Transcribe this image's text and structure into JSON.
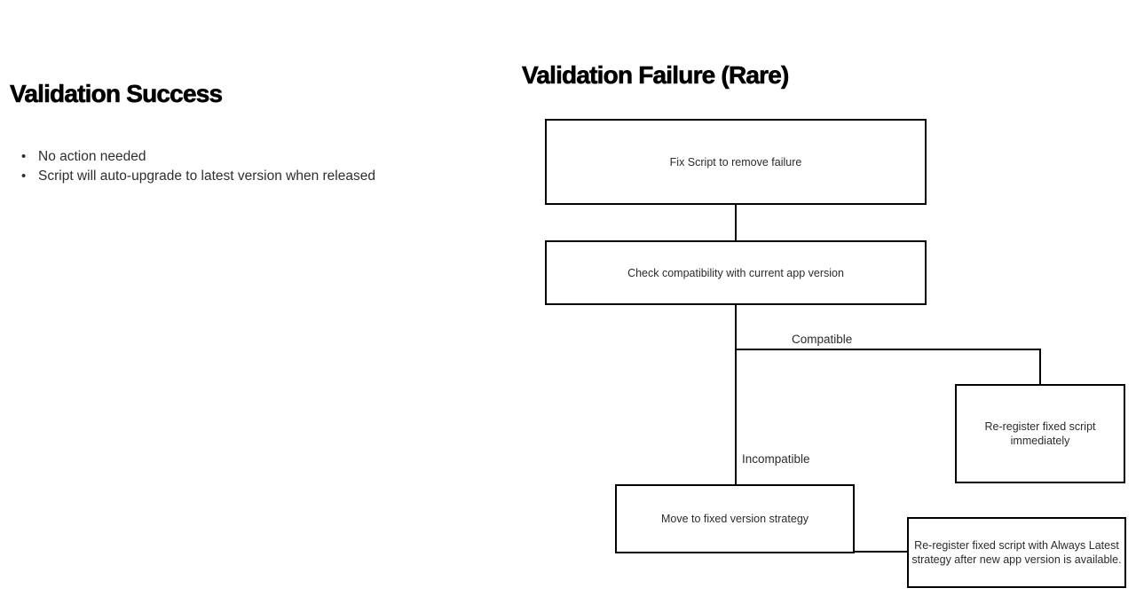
{
  "colors": {
    "background": "#ffffff",
    "heading_text": "#000000",
    "body_text": "#2e2e2e",
    "node_text": "#2b2b2b",
    "node_border": "#000000",
    "connector": "#000000"
  },
  "left_section": {
    "title": "Validation Success",
    "bullets": [
      "No action needed",
      "Script will auto-upgrade to latest version when released"
    ]
  },
  "right_section": {
    "title": "Validation Failure (Rare)",
    "flowchart": {
      "nodes": [
        {
          "id": "fix_script",
          "label": "Fix Script to remove failure"
        },
        {
          "id": "check_compat",
          "label": "Check compatibility with current app version"
        },
        {
          "id": "reregister_immediately",
          "label": "Re-register fixed script immediately"
        },
        {
          "id": "move_fixed",
          "label": "Move to fixed version strategy"
        },
        {
          "id": "reregister_after",
          "label": "Re-register fixed script with Always Latest strategy after new app version is available."
        }
      ],
      "edge_labels": {
        "compatible": "Compatible",
        "incompatible": "Incompatible"
      },
      "edges": [
        {
          "from": "fix_script",
          "to": "check_compat",
          "label": ""
        },
        {
          "from": "check_compat",
          "to": "reregister_immediately",
          "label": "Compatible"
        },
        {
          "from": "check_compat",
          "to": "move_fixed",
          "label": "Incompatible"
        },
        {
          "from": "move_fixed",
          "to": "reregister_after",
          "label": ""
        }
      ]
    }
  }
}
